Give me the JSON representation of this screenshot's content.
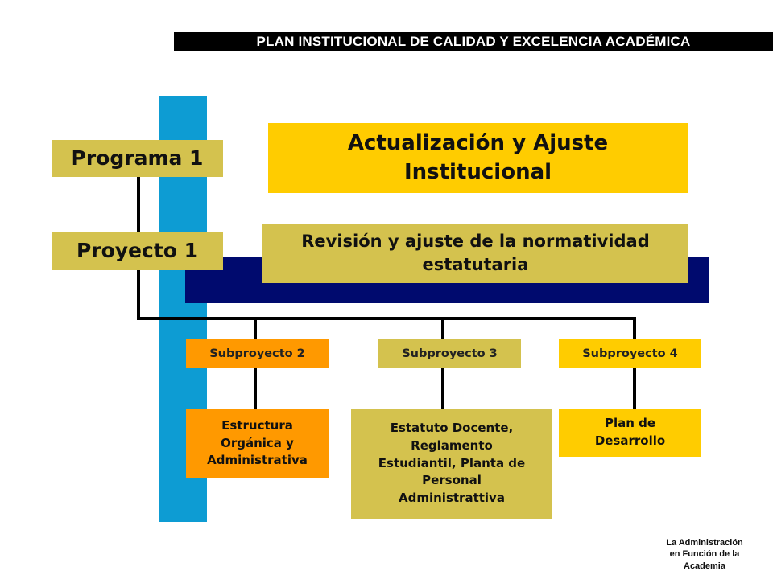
{
  "header": {
    "title": "PLAN INSTITUCIONAL DE CALIDAD Y EXCELENCIA ACADÉMICA"
  },
  "programa": {
    "label": "Programa 1",
    "title": "Actualización y Ajuste\nInstitucional"
  },
  "proyecto": {
    "label": "Proyecto 1",
    "title": "Revisión y ajuste de la normatividad\nestatutaria"
  },
  "subprojects": [
    {
      "label": "Subproyecto 2",
      "detail": "Estructura\nOrgánica y\nAdministrativa"
    },
    {
      "label": "Subproyecto 3",
      "detail": "Estatuto Docente,\nReglamento\nEstudiantil, Planta de\nPersonal\nAdministrattiva"
    },
    {
      "label": "Subproyecto 4",
      "detail": "Plan de\nDesarrollo"
    }
  ],
  "footer": {
    "note": "La Administración\nen Función de la\nAcademia"
  },
  "colors": {
    "header_bg": "#000000",
    "accent_blue": "#0D9CD3",
    "navy": "#000A6E",
    "olive": "#D4C24E",
    "yellow": "#FFCC00",
    "orange": "#FF9900"
  }
}
